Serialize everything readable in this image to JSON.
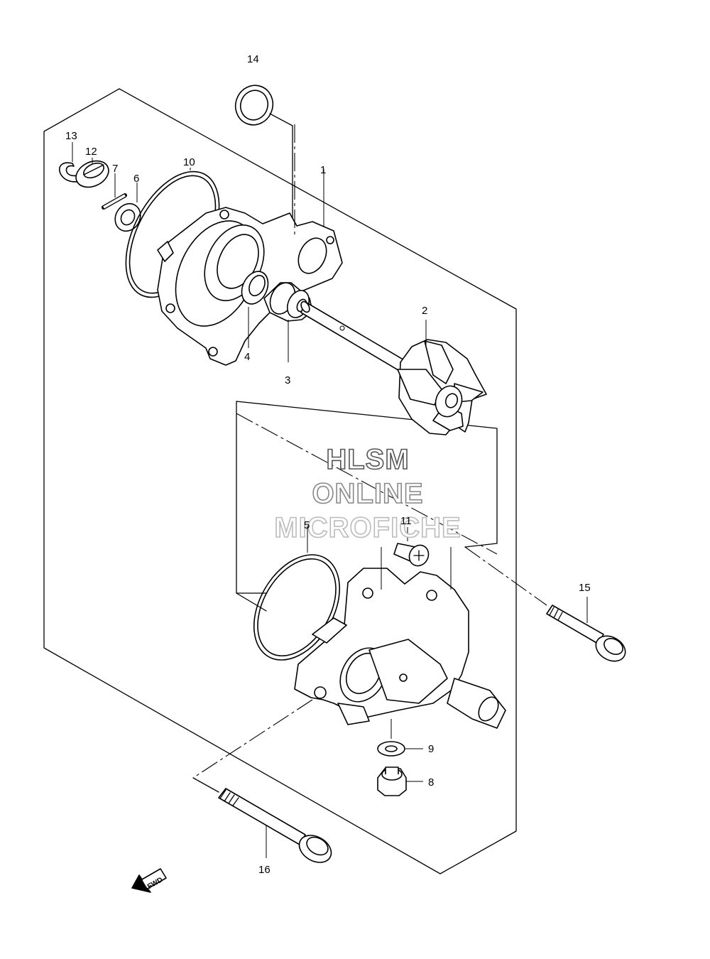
{
  "callouts": {
    "c1": "1",
    "c2": "2",
    "c3": "3",
    "c4": "4",
    "c5": "5",
    "c6": "6",
    "c7": "7",
    "c8": "8",
    "c9": "9",
    "c10": "10",
    "c11": "11",
    "c12": "12",
    "c13": "13",
    "c14": "14",
    "c15": "15",
    "c16": "16"
  },
  "watermark": {
    "line1": "HLSM",
    "line2": "ONLINE",
    "line3": "MICROFICHE",
    "colors": {
      "line1": "#555555",
      "line2": "#888888",
      "line3": "#bbbbbb"
    }
  },
  "direction_indicator": {
    "label": "FWD",
    "icon": "arrow-left-down-icon"
  }
}
